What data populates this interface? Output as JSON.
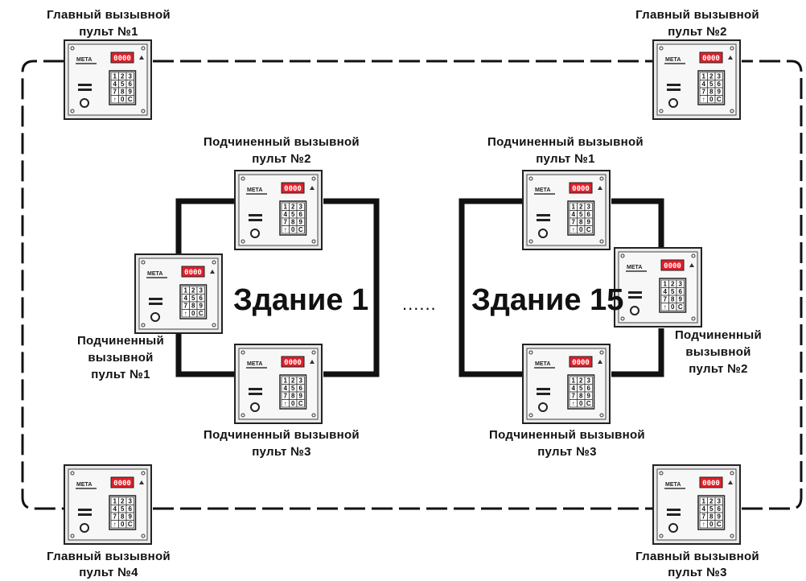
{
  "main_panels": [
    {
      "line1": "Главный вызывной",
      "line2": "пульт №1"
    },
    {
      "line1": "Главный вызывной",
      "line2": "пульт №2"
    },
    {
      "line1": "Главный вызывной",
      "line2": "пульт №3"
    },
    {
      "line1": "Главный вызывной",
      "line2": "пульт №4"
    }
  ],
  "buildings": [
    {
      "name": "Здание 1",
      "sub_panels": [
        {
          "line1": "Подчиненный",
          "line2": "вызывной",
          "line3": "пульт №1"
        },
        {
          "line1": "Подчиненный вызывной",
          "line2": "пульт №2"
        },
        {
          "line1": "Подчиненный вызывной",
          "line2": "пульт №3"
        }
      ]
    },
    {
      "name": "Здание 15",
      "sub_panels": [
        {
          "line1": "Подчиненный вызывной",
          "line2": "пульт №1"
        },
        {
          "line1": "Подчиненный",
          "line2": "вызывной",
          "line3": "пульт №2"
        },
        {
          "line1": "Подчиненный вызывной",
          "line2": "пульт №3"
        }
      ]
    }
  ],
  "ellipsis": "......",
  "device": {
    "logo": "МЕТА",
    "display": "0000",
    "keys": [
      "1",
      "2",
      "3",
      "4",
      "5",
      "6",
      "7",
      "8",
      "9",
      "↑",
      "0",
      "C"
    ],
    "display_color": "#e0202a"
  }
}
